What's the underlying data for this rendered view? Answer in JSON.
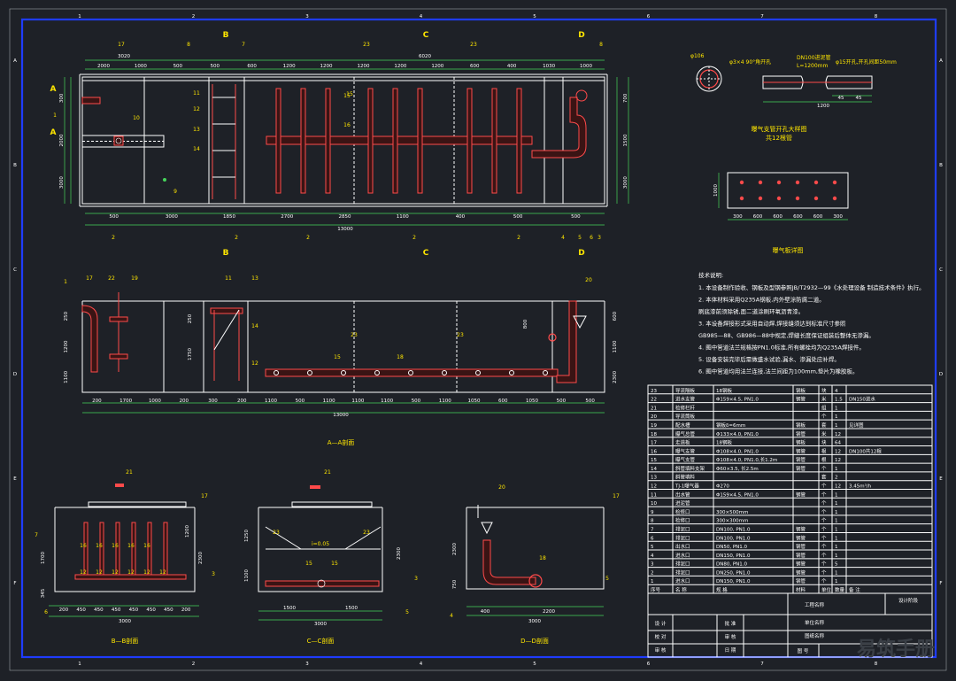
{
  "drawing": {
    "grid_cols": [
      "1",
      "2",
      "3",
      "4",
      "5",
      "6",
      "7",
      "8"
    ],
    "grid_rows": [
      "A",
      "B",
      "C",
      "D",
      "E",
      "F"
    ],
    "plan": {
      "top_dims_total": [
        "3020",
        "6020"
      ],
      "top_dims": [
        "2000",
        "1000",
        "500",
        "500",
        "600",
        "1200",
        "1200",
        "1200",
        "1200",
        "1200",
        "600",
        "400",
        "1030",
        "1000"
      ],
      "left_dims": [
        "300",
        "2000",
        "3000"
      ],
      "right_dims": [
        "700",
        "1500",
        "3000"
      ],
      "bottom_dims": [
        "500",
        "3000",
        "1850",
        "2700",
        "2850",
        "1100",
        "400",
        "500",
        "500"
      ],
      "bottom_total": "13000",
      "callouts": [
        "17",
        "8",
        "7",
        "23",
        "23",
        "8",
        "16",
        "11",
        "12",
        "13",
        "14",
        "10",
        "9",
        "15",
        "15",
        "1",
        "2",
        "2",
        "2",
        "2",
        "2",
        "3",
        "4",
        "5",
        "6"
      ],
      "section_marks": [
        "B",
        "C",
        "D",
        "A",
        "A",
        "B",
        "C",
        "D"
      ]
    },
    "section_a": {
      "title": "A—A剖面",
      "bottom_dims": [
        "200",
        "1700",
        "1000",
        "200",
        "300",
        "200",
        "1100",
        "500",
        "1100",
        "1100",
        "1100",
        "500",
        "1100",
        "1050",
        "600",
        "1050",
        "500",
        "500"
      ],
      "bottom_total": "13000",
      "left_dims": [
        "250",
        "1200",
        "1100"
      ],
      "mid_dims": [
        "250",
        "1750"
      ],
      "right_dims": [
        "600",
        "1100",
        "2300"
      ],
      "right_dim_top": "800",
      "callouts": [
        "1",
        "17",
        "22",
        "19",
        "11",
        "13",
        "14",
        "12",
        "23",
        "23",
        "15",
        "18",
        "20"
      ]
    },
    "section_b": {
      "title": "B—B剖面",
      "bottom_dims": [
        "200",
        "450",
        "450",
        "450",
        "450",
        "450",
        "450",
        "200"
      ],
      "bottom_total": "3000",
      "left_dims": [
        "1700",
        "345"
      ],
      "right_dims": [
        "1200",
        "2300"
      ],
      "callouts": [
        "21",
        "17",
        "7",
        "12",
        "12",
        "12",
        "12",
        "12",
        "12",
        "16",
        "16",
        "16",
        "16",
        "16",
        "3",
        "6"
      ]
    },
    "section_c": {
      "title": "C—C剖面",
      "bottom_dims": [
        "1500",
        "1500"
      ],
      "bottom_total": "3000",
      "left_dims": [
        "1250",
        "1100"
      ],
      "right_dims": [
        "2300"
      ],
      "slope_label": "i=0.05",
      "callouts": [
        "21",
        "23",
        "23",
        "15",
        "15",
        "3",
        "5"
      ]
    },
    "section_d": {
      "title": "D—D剖面",
      "bottom_dims": [
        "400",
        "2200"
      ],
      "bottom_total": "3000",
      "left_dims": [
        "2300",
        "750"
      ],
      "callouts": [
        "20",
        "17",
        "18",
        "4",
        "5"
      ]
    },
    "detail_pipe": {
      "title": "曝气支管开孔大样图",
      "subtitle": "共12根管",
      "labels": [
        "φ106",
        "φ3×4 90°角开孔",
        "DN100进泥管",
        "L=1200mm",
        "φ15开孔,开孔间距50mm"
      ],
      "dims": [
        "45",
        "45",
        "1200"
      ]
    },
    "detail_plate": {
      "title": "曝气板详图",
      "dims": [
        "300",
        "600",
        "600",
        "600",
        "600",
        "300"
      ],
      "side_dim": "1000",
      "rows": 2,
      "cols": 6
    },
    "notes": {
      "heading": "技术说明:",
      "items": [
        "1. 本设备制作验收、钢板及型钢参照JB/T2932—99《水处理设备 制造技术条件》执行。",
        "2. 本体材料采用Q235A钢板,内外壁涂防腐二道。",
        "   刷底漆前须除锈,面二道涂刷环氧沥青漆。",
        "3. 本设备焊接形式采用自动焊,焊接缝须达到标准尺寸参照",
        "   GB985—88、GB986—88中规定,焊缝长度保证组装后整体无渗漏。",
        "4. 图中管道法兰规格按PN1.0标准,所有螺栓均为Q235A焊接件。",
        "5. 设备安装完毕后需做盛水试验,漏水、渗漏处应补焊。",
        "6. 图中管道均用法兰连接,法兰间距为100mm,垫片为橡胶板。"
      ]
    },
    "parts_table": {
      "headers": [
        "序号",
        "名 称",
        "规 格",
        "材料",
        "单位",
        "数量",
        "备 注"
      ],
      "rows": [
        [
          "23",
          "导流隔板",
          "18钢板",
          "钢板",
          "块",
          "4",
          ""
        ],
        [
          "22",
          "进水支管",
          "Φ159×4.5, PN1.0",
          "钢管",
          "米",
          "1.5",
          "DN150进水"
        ],
        [
          "21",
          "检修栏杆",
          "",
          "",
          "组",
          "1",
          ""
        ],
        [
          "20",
          "导流筒板",
          "",
          "",
          "个",
          "1",
          ""
        ],
        [
          "19",
          "配水槽",
          "钢板δ=6mm",
          "钢板",
          "套",
          "1",
          "见详图"
        ],
        [
          "18",
          "曝气总管",
          "Φ133×4.0, PN1.0",
          "钢管",
          "米",
          "12",
          ""
        ],
        [
          "17",
          "走道板",
          "18钢板",
          "钢板",
          "块",
          "64",
          ""
        ],
        [
          "16",
          "曝气支管",
          "Φ108×4.0, PN1.0",
          "钢管",
          "根",
          "12",
          "DN100共12根"
        ],
        [
          "15",
          "曝气支管",
          "Φ108×4.0, PN1.0,长1.2m",
          "钢管",
          "根",
          "12",
          ""
        ],
        [
          "14",
          "斜管填料支架",
          "Φ60×3.5, 长2.5m",
          "钢管",
          "个",
          "1",
          ""
        ],
        [
          "13",
          "斜管填料",
          "",
          "",
          "套",
          "2",
          ""
        ],
        [
          "12",
          "TJ-1曝气器",
          "Φ270",
          "",
          "个",
          "12",
          "3.45m³/h"
        ],
        [
          "11",
          "出水管",
          "Φ159×4.5, PN1.0",
          "钢管",
          "个",
          "1",
          ""
        ],
        [
          "10",
          "进泥管",
          "",
          "",
          "个",
          "1",
          ""
        ],
        [
          "9",
          "检修口",
          "300×500mm",
          "",
          "个",
          "1",
          ""
        ],
        [
          "8",
          "检修口",
          "300×300mm",
          "",
          "个",
          "1",
          ""
        ],
        [
          "7",
          "排泥口",
          "DN100, PN1.0",
          "钢管",
          "个",
          "1",
          ""
        ],
        [
          "6",
          "排泥口",
          "DN100, PN1.0",
          "钢管",
          "个",
          "1",
          ""
        ],
        [
          "5",
          "出水口",
          "DN50, PN1.0",
          "钢管",
          "个",
          "1",
          ""
        ],
        [
          "4",
          "进水口",
          "DN150, PN1.0",
          "钢管",
          "个",
          "1",
          ""
        ],
        [
          "3",
          "排泥口",
          "DN80, PN1.0",
          "钢管",
          "个",
          "5",
          ""
        ],
        [
          "2",
          "排泥口",
          "DN250, PN1.0",
          "钢管",
          "个",
          "1",
          ""
        ],
        [
          "1",
          "进水口",
          "DN150, PN1.0",
          "钢管",
          "个",
          "1",
          ""
        ]
      ]
    },
    "title_block": {
      "project_label": "工程名称",
      "design_stage_label": "设计阶段",
      "equipment_label": "单位名称",
      "drawing_name_label": "图纸名称",
      "rows": [
        [
          "设 计",
          "",
          "批 准",
          ""
        ],
        [
          "校 对",
          "",
          "审 核",
          ""
        ],
        [
          "审 核",
          "",
          "日 期",
          ""
        ]
      ],
      "drawing_no_label": "图 号"
    },
    "watermark": "易筑手册"
  }
}
